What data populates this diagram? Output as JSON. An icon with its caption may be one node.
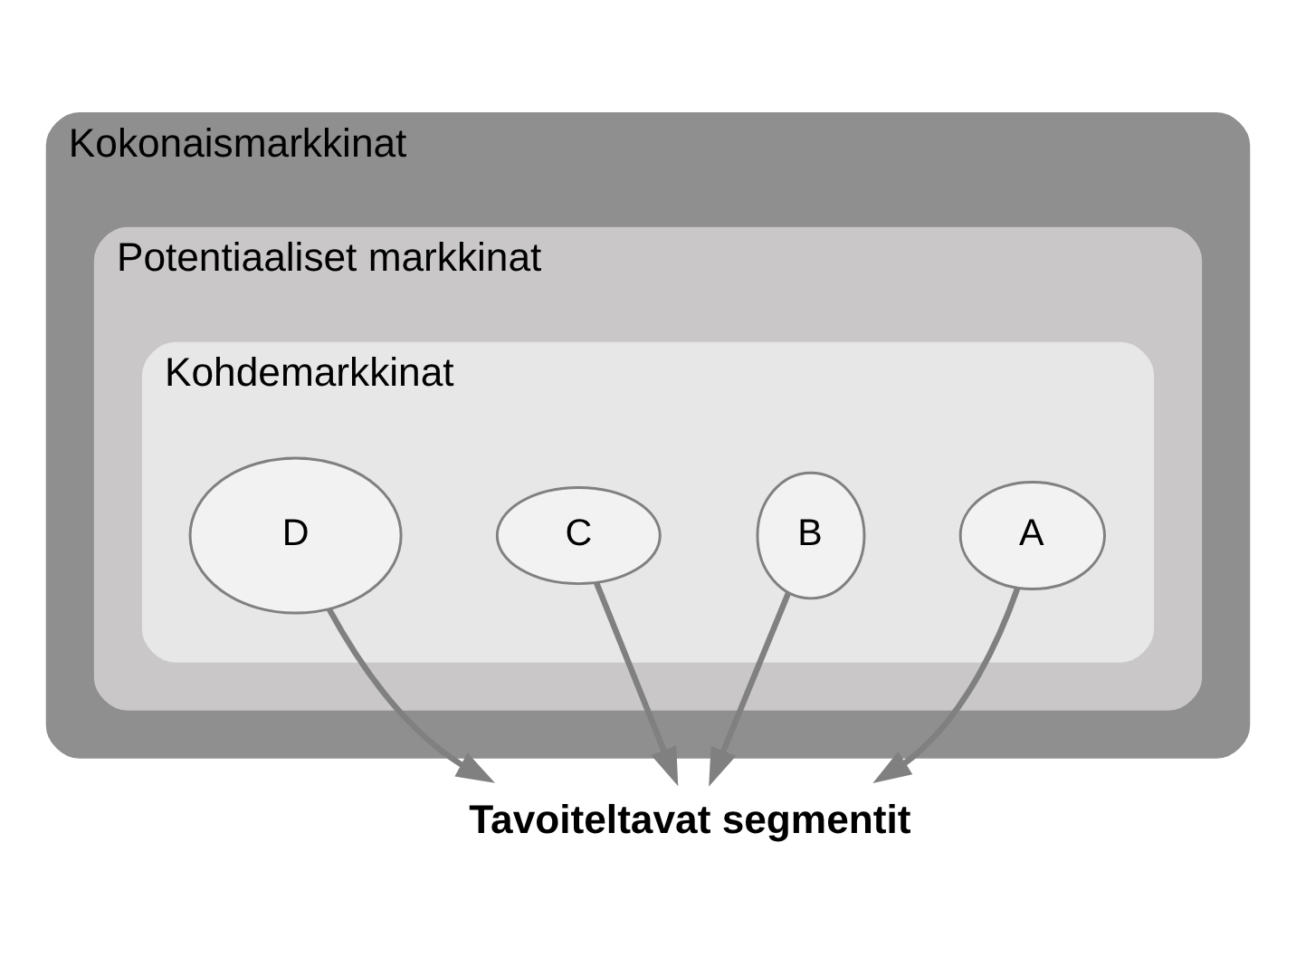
{
  "diagram": {
    "nodes": [
      {
        "text": [
          "Kokonaismarkkinat"
        ]
      },
      {
        "text": [
          "Potentiaaliset markkinat"
        ],
        "in": 0
      },
      {
        "text": [
          "Kohdemarkkinat"
        ],
        "in": 1
      },
      {
        "text": [
          "A"
        ],
        "in": 2
      },
      {
        "text": [
          "B"
        ],
        "in": 2
      },
      {
        "text": [
          "C"
        ],
        "in": 2
      },
      {
        "text": [
          "D"
        ],
        "in": 2
      },
      {
        "text": [
          "Tavoiteltavat segmentit"
        ]
      }
    ],
    "edges": [
      {
        "from": 3,
        "to": 7,
        "arrow": "to"
      },
      {
        "from": 4,
        "to": 7,
        "arrow": "to"
      },
      {
        "from": 5,
        "to": 7,
        "arrow": "to"
      },
      {
        "from": 6,
        "to": 7,
        "arrow": "to"
      }
    ]
  }
}
